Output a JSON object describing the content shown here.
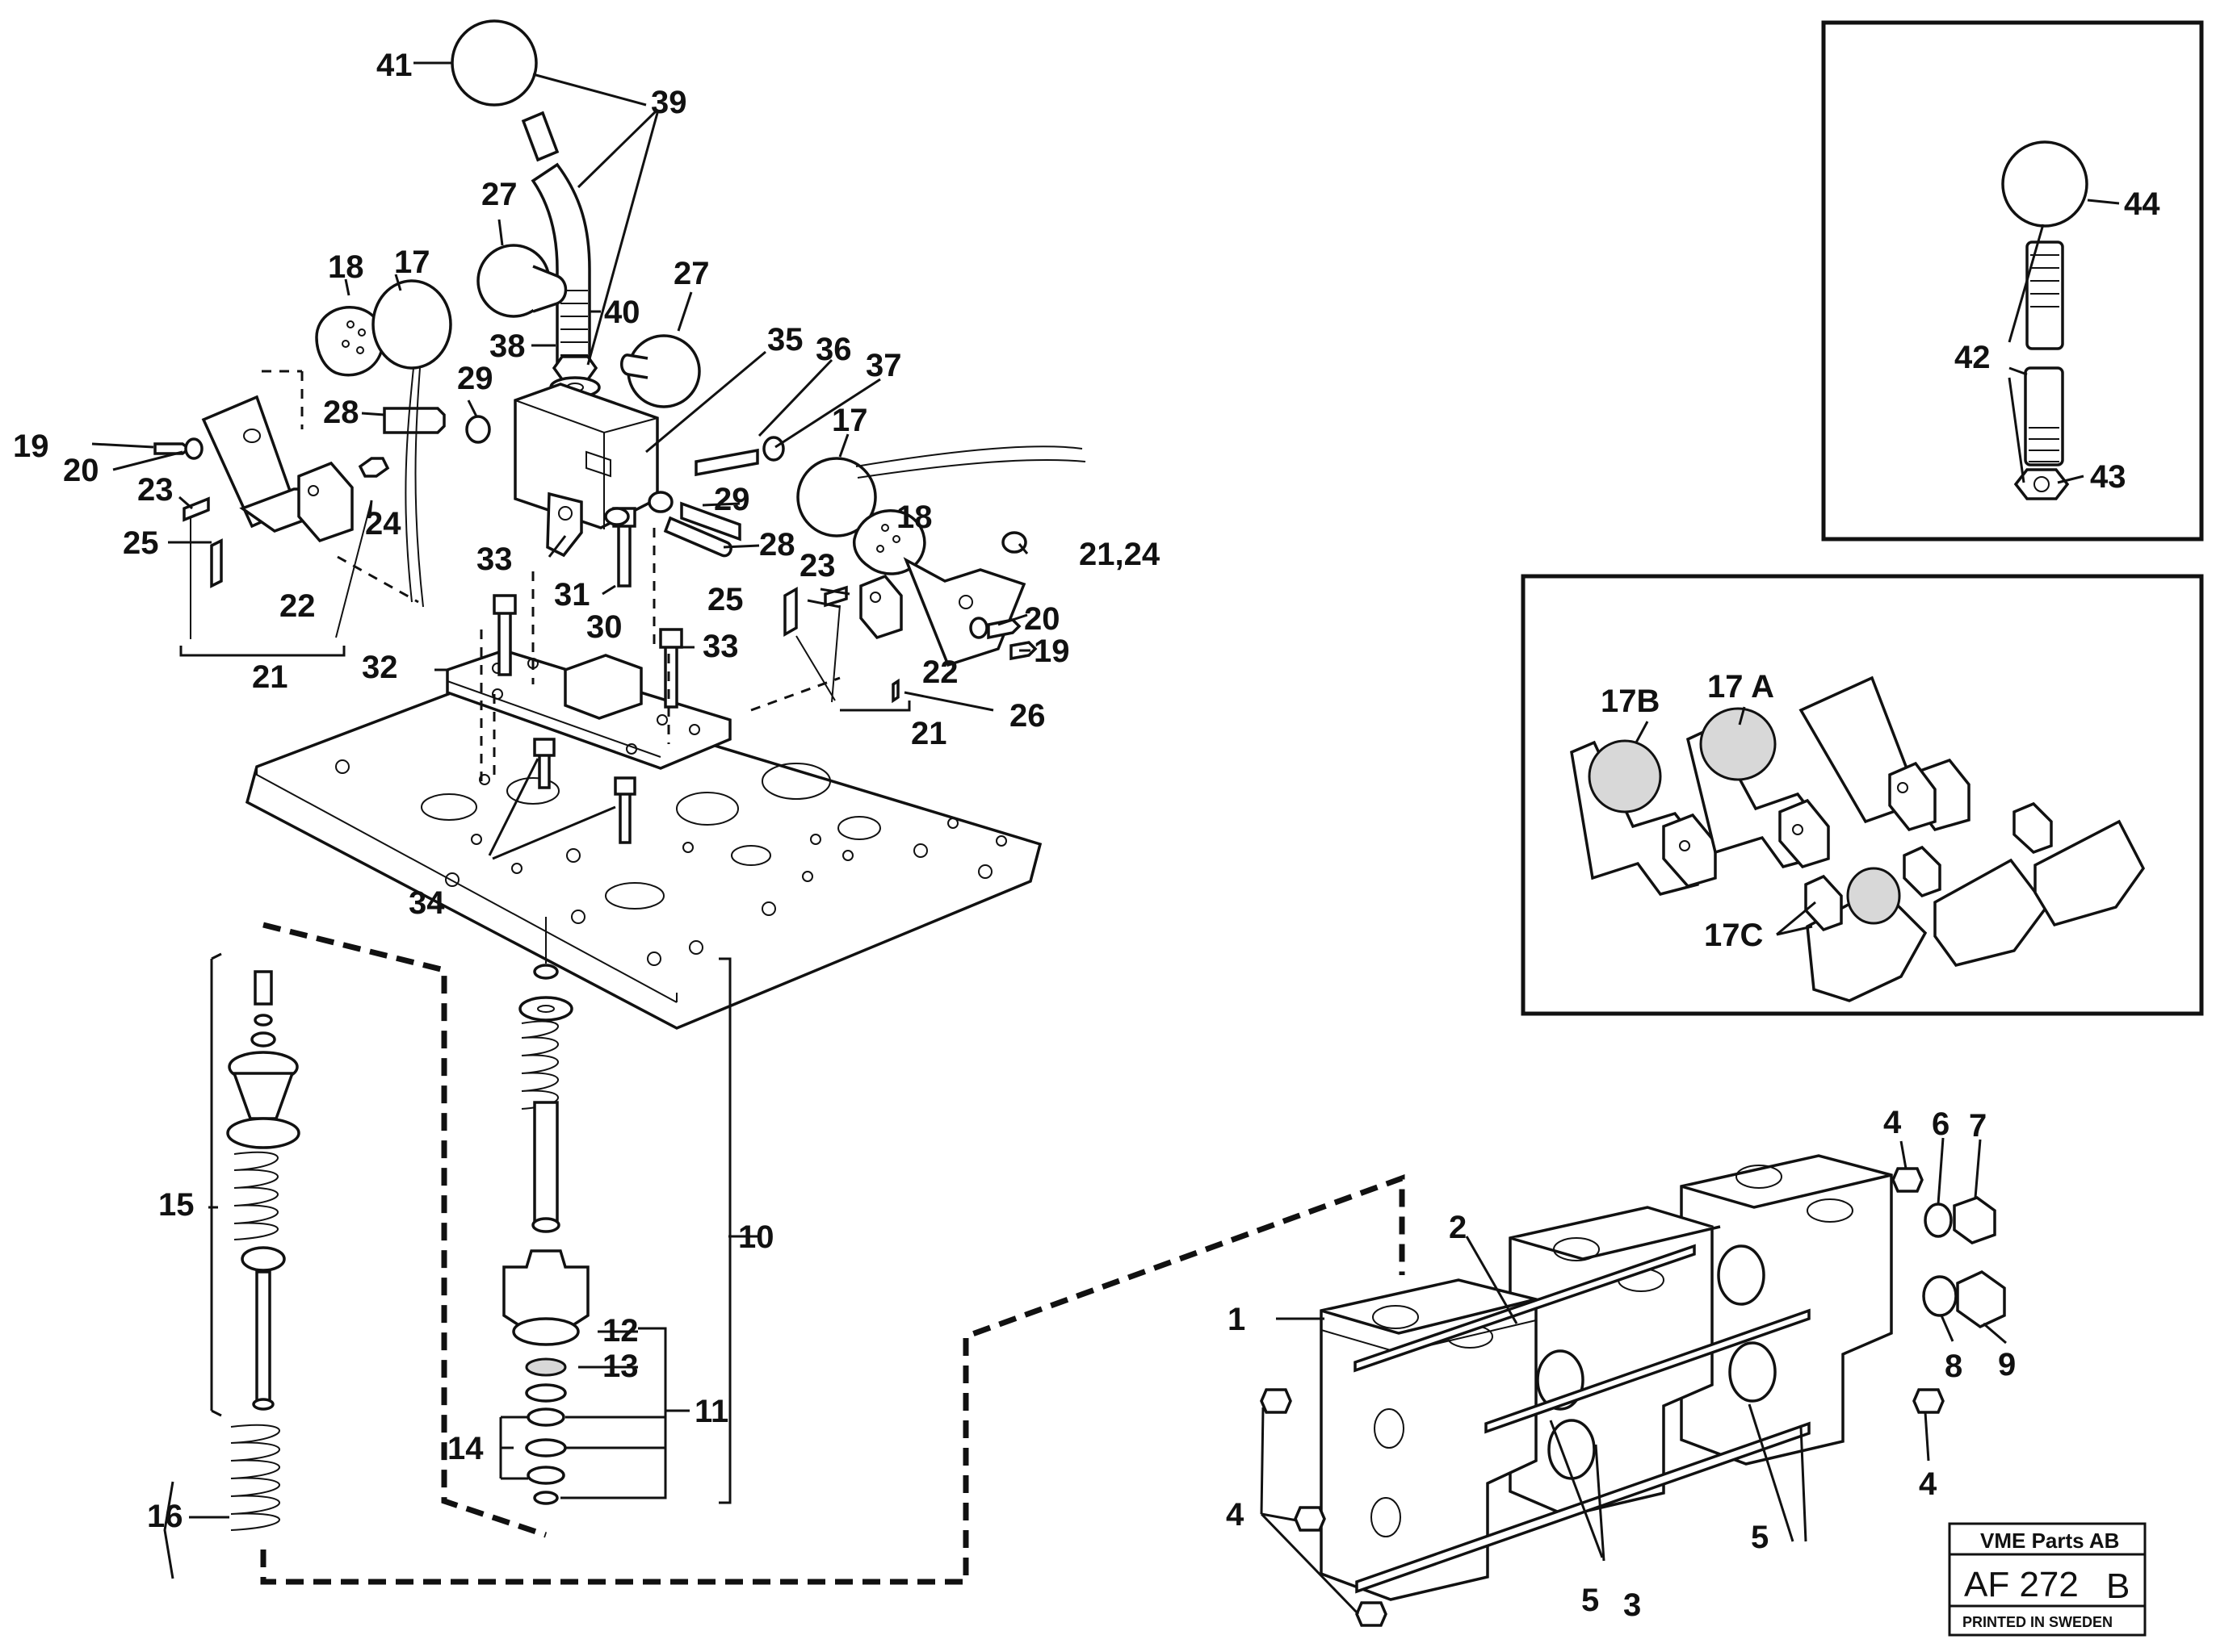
{
  "labels": {
    "l1": "1",
    "l2": "2",
    "l3": "3",
    "l4a": "4",
    "l4b": "4",
    "l4c": "4",
    "l5a": "5",
    "l5b": "5",
    "l6": "6",
    "l7": "7",
    "l8": "8",
    "l9": "9",
    "l10": "10",
    "l11": "11",
    "l12": "12",
    "l13": "13",
    "l14": "14",
    "l15": "15",
    "l16": "16",
    "l17a": "17",
    "l17b": "17",
    "l17A": "17 A",
    "l17B": "17B",
    "l17C": "17C",
    "l18a": "18",
    "l18b": "18",
    "l19a": "19",
    "l19b": "19",
    "l20a": "20",
    "l20b": "20",
    "l21a": "21",
    "l21b": "21",
    "l21c": "21,24",
    "l22a": "22",
    "l22b": "22",
    "l23a": "23",
    "l23b": "23",
    "l24": "24",
    "l25a": "25",
    "l25b": "25",
    "l26": "26",
    "l27a": "27",
    "l27b": "27",
    "l28a": "28",
    "l28b": "28",
    "l29a": "29",
    "l29b": "29",
    "l30": "30",
    "l31": "31",
    "l32": "32",
    "l33a": "33",
    "l33b": "33",
    "l34": "34",
    "l35": "35",
    "l36": "36",
    "l37": "37",
    "l38": "38",
    "l39": "39",
    "l40": "40",
    "l41": "41",
    "l42": "42",
    "l43": "43",
    "l44": "44"
  },
  "stamp": {
    "title": "VME Parts AB",
    "code": "AF 272",
    "revision": "B",
    "footer": "PRINTED IN SWEDEN"
  }
}
